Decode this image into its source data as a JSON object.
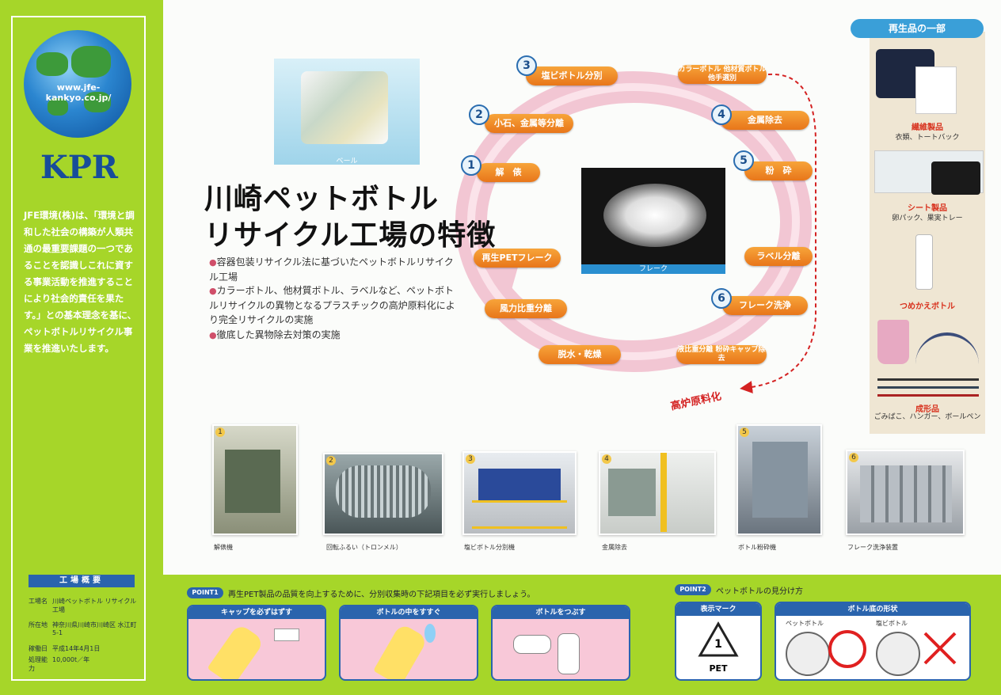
{
  "sidebar": {
    "url": "www.jfe-kankyo.co.jp/",
    "logo": "KPR",
    "statement": "JFE環境(株)は、「環境と調和した社会の構築が人類共通の最重要課題の一つであることを認識しこれに資する事業活動を推進することにより社会的責任を果たす。」との基本理念を基に、ペットボトルリサイクル事業を推進いたします。",
    "facts_title": "工場概要",
    "facts": [
      {
        "k": "工場名",
        "v": "川崎ペットボトル リサイクル工場"
      },
      {
        "k": "所在地",
        "v": "神奈川県川崎市川崎区 水江町5-1"
      },
      {
        "k": "稼働日",
        "v": "平成14年4月1日"
      },
      {
        "k": "処理能力",
        "v": "10,000t／年"
      }
    ]
  },
  "title": {
    "line1": "川崎ペットボトル",
    "line2": "リサイクル工場の特徴"
  },
  "bullets": [
    "容器包装リサイクル法に基づいたペットボトルリサイクル工場",
    "カラーボトル、他材質ボトル、ラベルなど、ペットボトルリサイクルの異物となるプラスチックの高炉原料化により完全リサイクルの実施",
    "徹底した異物除去対策の実施"
  ],
  "photos_top": {
    "bale_caption": "ベール",
    "flake_caption": "フレーク"
  },
  "cycle": {
    "steps": [
      {
        "n": "1",
        "label": "解　俵"
      },
      {
        "n": "2",
        "label": "小石、金属等分離"
      },
      {
        "n": "3",
        "label": "塩ビボトル分別"
      },
      {
        "n": "",
        "label": "カラーボトル 他材質ボトル他手選別"
      },
      {
        "n": "4",
        "label": "金属除去"
      },
      {
        "n": "5",
        "label": "粉　砕"
      },
      {
        "n": "",
        "label": "ラベル分離"
      },
      {
        "n": "6",
        "label": "フレーク洗浄"
      },
      {
        "n": "",
        "label": "液比重分離 粉砕キャップ除去"
      },
      {
        "n": "",
        "label": "脱水・乾燥"
      },
      {
        "n": "",
        "label": "風力比重分離"
      },
      {
        "n": "",
        "label": "再生PETフレーク"
      }
    ],
    "side_output": "高炉原料化"
  },
  "recycled": {
    "title": "再生品の一部",
    "items": [
      {
        "label": "繊維製品",
        "sub": "衣類、トートバック"
      },
      {
        "label": "シート製品",
        "sub": "卵パック、果実トレー"
      },
      {
        "label": "つめかえボトル",
        "sub": ""
      },
      {
        "label": "成形品",
        "sub": "ごみばこ、ハンガー、ボールペン"
      }
    ]
  },
  "equipment": [
    {
      "n": "1",
      "caption": "解俵機"
    },
    {
      "n": "2",
      "caption": "回転ふるい（トロンメル）"
    },
    {
      "n": "3",
      "caption": "塩ビボトル分別機"
    },
    {
      "n": "4",
      "caption": "金属除去"
    },
    {
      "n": "5",
      "caption": "ボトル粉砕機"
    },
    {
      "n": "6",
      "caption": "フレーク洗浄装置"
    }
  ],
  "point1": {
    "tag": "POINT1",
    "text": "再生PET製品の品質を向上するために、分別収集時の下記項目を必ず実行しましょう。",
    "cards": [
      "キャップを必ずはずす",
      "ボトルの中をすすぐ",
      "ボトルをつぶす"
    ]
  },
  "point2": {
    "tag": "POINT2",
    "text": "ペットボトルの見分け方",
    "mark_title": "表示マーク",
    "mark_label": "PET",
    "mark_number": "1",
    "shape_title": "ボトル底の形状",
    "pet_label": "ペットボトル",
    "pvc_label": "塩ビボトル"
  },
  "colors": {
    "green": "#a6d629",
    "blue": "#2a64ad",
    "orange": "#e8761a",
    "pink": "#f2c6d3",
    "red": "#d42222"
  }
}
